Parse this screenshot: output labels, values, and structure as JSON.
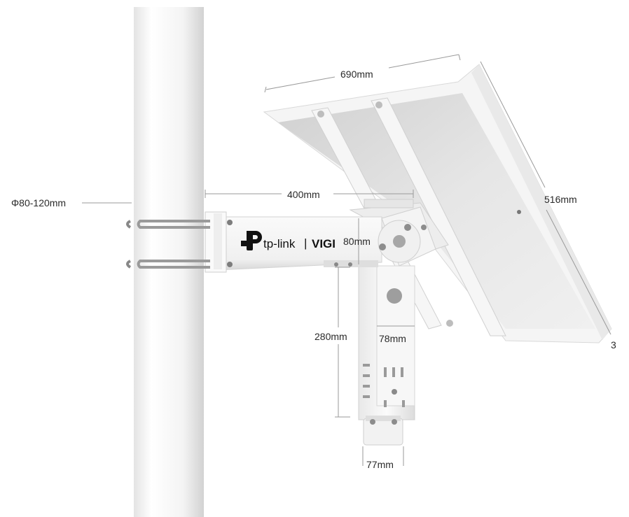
{
  "dimensions": {
    "pole_diameter": "Φ80-120mm",
    "panel_width": "690mm",
    "panel_height": "516mm",
    "arm_length": "400mm",
    "arm_height": "80mm",
    "bracket_length": "280mm",
    "bracket_width": "78mm",
    "mount_width": "77mm",
    "panel_depth_partial": "3"
  },
  "branding": {
    "brand": "tp-link",
    "separator": "|",
    "product_line": "VIGI"
  },
  "colors": {
    "metal_white": "#f2f2f2",
    "shadow": "#c9c9c9",
    "dimension_line": "#9a9a9a",
    "text": "#2a2a2a"
  }
}
